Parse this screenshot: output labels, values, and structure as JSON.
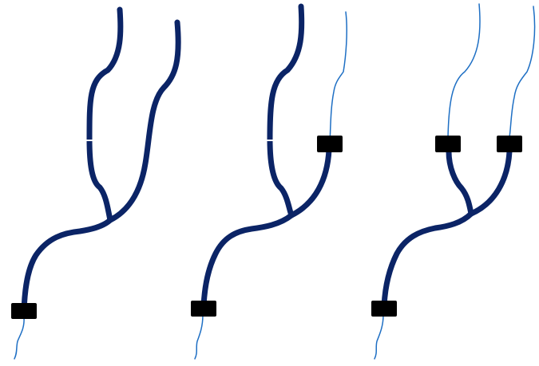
{
  "colors": {
    "background": "#ffffff",
    "thick_strand": "#0b2466",
    "thin_strand": "#1e6fc4",
    "block": "#000000",
    "segment_break": "#ffffff"
  },
  "panels": [
    {
      "id": "panel-1",
      "blocks": 1,
      "strands": {
        "thick": 3,
        "thin": 1
      }
    },
    {
      "id": "panel-2",
      "blocks": 2,
      "strands": {
        "thick": 3,
        "thin": 2
      }
    },
    {
      "id": "panel-3",
      "blocks": 3,
      "strands": {
        "thick": 3,
        "thin": 3
      }
    }
  ]
}
